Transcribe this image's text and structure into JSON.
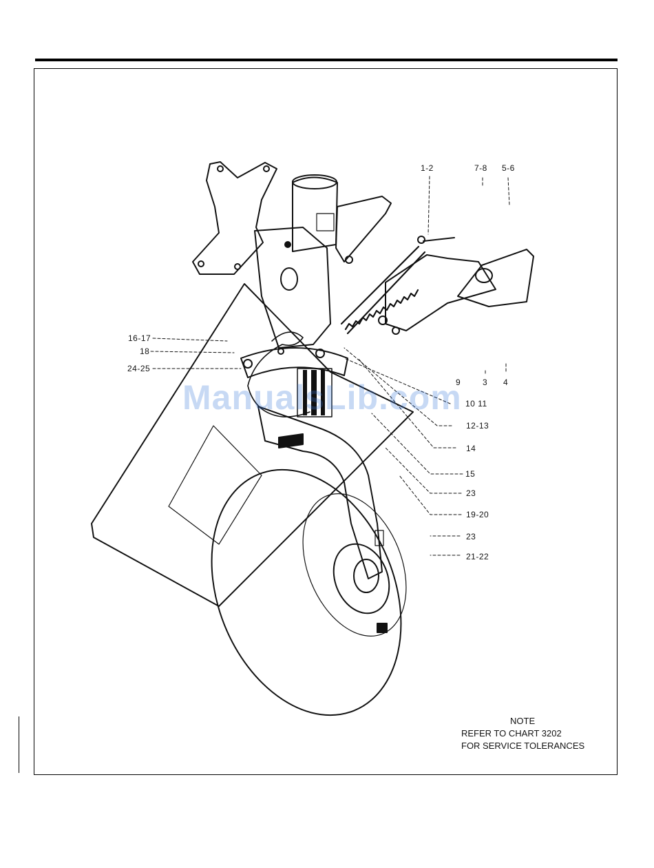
{
  "callouts": [
    {
      "id": "c1",
      "text": "1-2"
    },
    {
      "id": "c2",
      "text": "7-8"
    },
    {
      "id": "c3",
      "text": "5-6"
    },
    {
      "id": "c4",
      "text": "16-17"
    },
    {
      "id": "c5",
      "text": "18"
    },
    {
      "id": "c6",
      "text": "24-25"
    },
    {
      "id": "c7",
      "text": "9"
    },
    {
      "id": "c8",
      "text": "3"
    },
    {
      "id": "c9",
      "text": "4"
    },
    {
      "id": "c10",
      "text": "10 11"
    },
    {
      "id": "c11",
      "text": "12-13"
    },
    {
      "id": "c12",
      "text": "14"
    },
    {
      "id": "c13",
      "text": "15"
    },
    {
      "id": "c14",
      "text": "23"
    },
    {
      "id": "c15",
      "text": "19-20"
    },
    {
      "id": "c16",
      "text": "23"
    },
    {
      "id": "c17",
      "text": "21-22"
    }
  ],
  "note": {
    "heading": "NOTE",
    "line1": "REFER  TO  CHART  3202",
    "line2": "FOR SERVICE TOLERANCES"
  },
  "watermark": "ManualsLib.com"
}
